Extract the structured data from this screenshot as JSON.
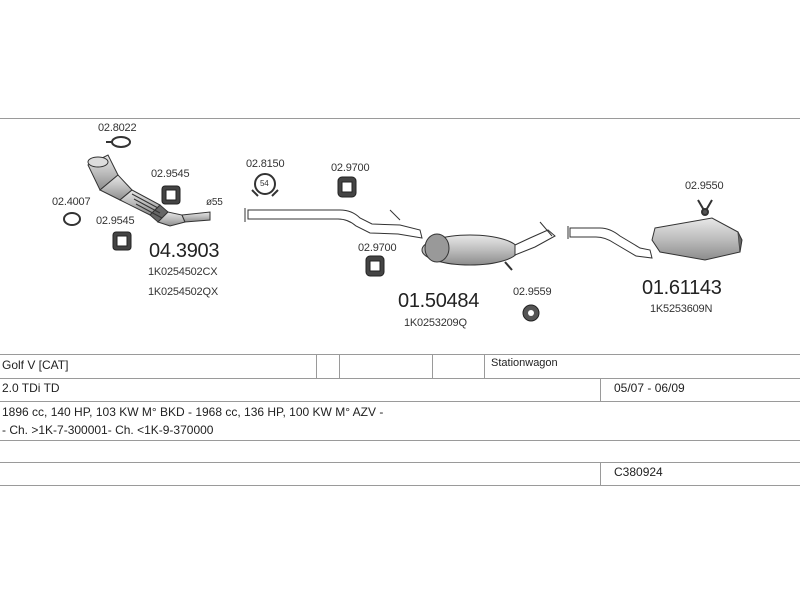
{
  "diagram": {
    "small_parts": [
      {
        "name": "part-label-02-8022",
        "code": "02.8022"
      },
      {
        "name": "part-label-02-4007",
        "code": "02.4007"
      },
      {
        "name": "part-label-02-9545-a",
        "code": "02.9545"
      },
      {
        "name": "part-label-02-9545-b",
        "code": "02.9545"
      },
      {
        "name": "part-label-02-8150",
        "code": "02.8150"
      },
      {
        "name": "part-label-02-9700-a",
        "code": "02.9700"
      },
      {
        "name": "part-label-02-9700-b",
        "code": "02.9700"
      },
      {
        "name": "part-label-02-9559",
        "code": "02.9559"
      },
      {
        "name": "part-label-02-9550",
        "code": "02.9550"
      }
    ],
    "diameter_label": "ø55",
    "clamp_label": "54",
    "main_parts": [
      {
        "code": "04.3903",
        "oem": [
          "1K0254502CX",
          "1K0254502QX"
        ]
      },
      {
        "code": "01.50484",
        "oem": [
          "1K0253209Q"
        ]
      },
      {
        "code": "01.61143",
        "oem": [
          "1K5253609N"
        ]
      }
    ]
  },
  "table": {
    "model": "Golf V  [CAT]",
    "body_type": "Stationwagon",
    "engine": "2.0 TDi TD",
    "date_range": "05/07 - 06/09",
    "spec": "1896 cc, 140 HP, 103 KW M° BKD - 1968 cc, 136 HP, 100 KW M° AZV -",
    "chassis": "- Ch. >1K-7-300001- Ch. <1K-9-370000",
    "catalog_code": "C380924"
  },
  "colors": {
    "line": "#9a9a9a",
    "part_fill": "#c9c9c9",
    "part_stroke": "#333333"
  }
}
